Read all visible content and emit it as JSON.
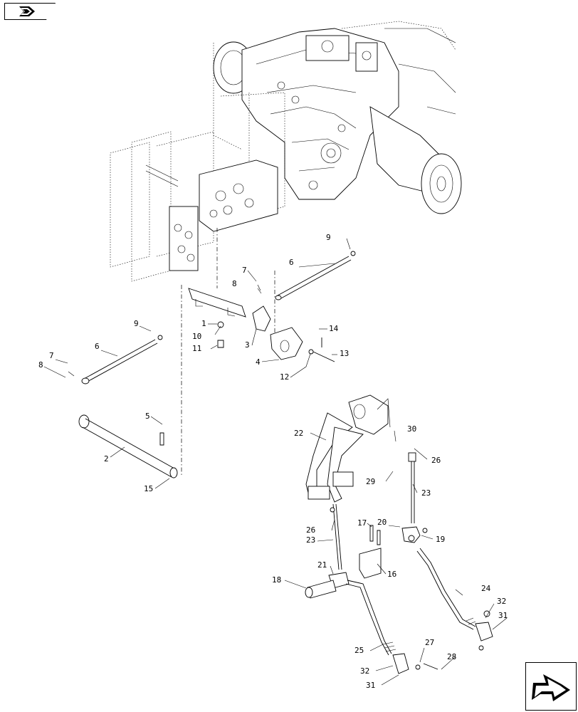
{
  "toolbar": {
    "prev_icon": "page-back-arrow-icon",
    "next_icon": "page-forward-arrow-icon"
  },
  "callouts": {
    "c1": "1",
    "c2": "2",
    "c3": "3",
    "c4": "4",
    "c5": "5",
    "c6a": "6",
    "c6b": "6",
    "c7a": "7",
    "c7b": "7",
    "c8a": "8",
    "c8b": "8",
    "c9a": "9",
    "c9b": "9",
    "c10": "10",
    "c11": "11",
    "c12": "12",
    "c13": "13",
    "c14": "14",
    "c15": "15",
    "c16": "16",
    "c17": "17",
    "c18": "18",
    "c19": "19",
    "c20": "20",
    "c21": "21",
    "c22": "22",
    "c23a": "23",
    "c23b": "23",
    "c24": "24",
    "c25": "25",
    "c26a": "26",
    "c26b": "26",
    "c27": "27",
    "c28": "28",
    "c29": "29",
    "c30": "30",
    "c31a": "31",
    "c31b": "31",
    "c32a": "32",
    "c32b": "32"
  }
}
